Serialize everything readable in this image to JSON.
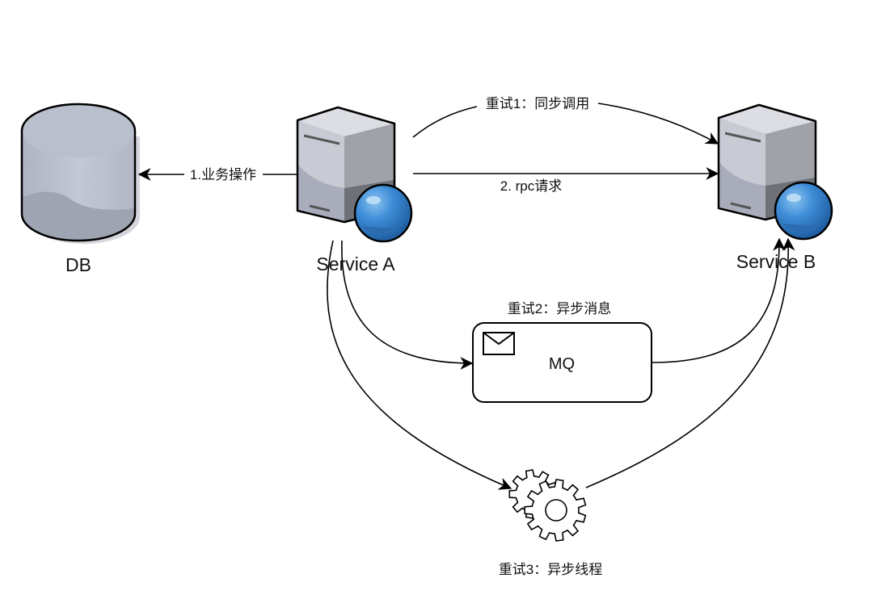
{
  "diagram": {
    "type": "architecture-flow",
    "nodes": {
      "db": {
        "label": "DB",
        "shape": "cylinder",
        "icon": "database-icon"
      },
      "service_a": {
        "label": "Service A",
        "shape": "server",
        "icon": "web-server-icon"
      },
      "service_b": {
        "label": "Service B",
        "shape": "server",
        "icon": "web-server-icon"
      },
      "mq": {
        "label": "MQ",
        "shape": "rounded-rectangle",
        "icon": "envelope-icon",
        "caption": "重试2：异步消息"
      },
      "thread": {
        "shape": "gear",
        "icon": "gears-icon",
        "caption": "重试3：异步线程"
      }
    },
    "edges": {
      "business_op": {
        "label": "1.业务操作",
        "from": "Service A",
        "to": "DB"
      },
      "rpc_request": {
        "label": "2. rpc请求",
        "from": "Service A",
        "to": "Service B"
      },
      "retry_sync": {
        "label": "重试1：同步调用",
        "from": "Service A",
        "to": "Service B"
      },
      "retry_mq_in": {
        "from": "Service A",
        "to": "MQ"
      },
      "retry_mq_out": {
        "from": "MQ",
        "to": "Service B"
      },
      "retry_thread_in": {
        "from": "Service A",
        "to": "异步线程"
      },
      "retry_thread_out": {
        "from": "异步线程",
        "to": "Service B"
      }
    },
    "colors": {
      "stroke": "#000000",
      "server_light": "#c9ccd6",
      "server_dark": "#6e7178",
      "globe": "#3a86d0",
      "db_fill": "#b8bdcb"
    }
  }
}
